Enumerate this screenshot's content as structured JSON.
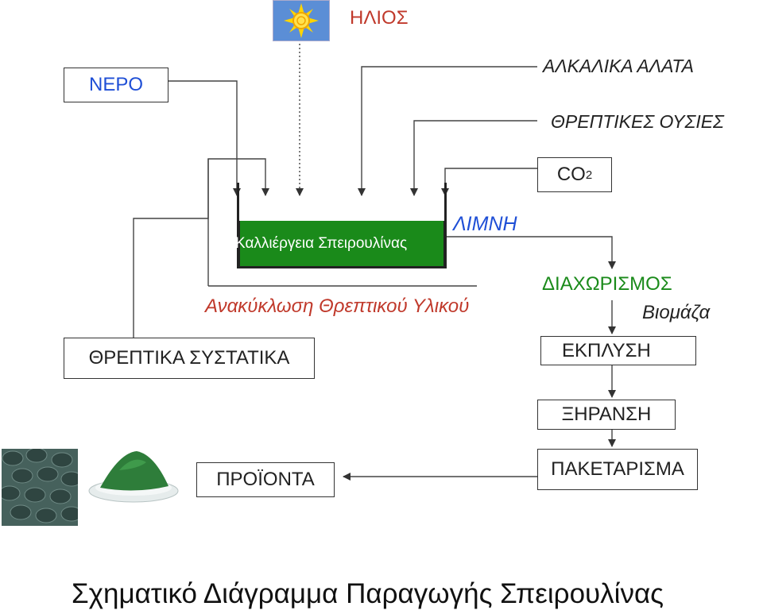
{
  "sun": {
    "label": "ΗΛΙΟΣ",
    "icon": "sun-icon"
  },
  "water": {
    "label": "ΝΕΡΟ"
  },
  "alkali": {
    "label": "ΑΛΚΑΛΙΚΑ ΑΛΑΤΑ"
  },
  "nutrients": {
    "label": "ΘΡΕΠΤΙΚΕΣ ΟΥΣΙΕΣ"
  },
  "co2": {
    "main": "CO",
    "sub": "2"
  },
  "pond": {
    "label": "ΛΙΜΝΗ",
    "culture_label": "Καλλιέργεια Σπειρουλίνας",
    "color": "#1a8a1a"
  },
  "recycle": {
    "label": "Ανακύκλωση Θρεπτικού Υλικού"
  },
  "components": {
    "label": "ΘΡΕΠΤΙΚΑ ΣΥΣΤΑΤΙΚΑ"
  },
  "separation": {
    "label": "ΔΙΑΧΩΡΙΣΜΟΣ"
  },
  "biomass": {
    "label": "Βιομάζα"
  },
  "wash": {
    "label": "ΕΚΠΛΥΣΗ"
  },
  "drying": {
    "label": "ΞΗΡΑΝΣΗ"
  },
  "packaging": {
    "label": "ΠΑΚΕΤΑΡΙΣΜΑ"
  },
  "products": {
    "label": "ΠΡΟΪΟΝΤΑ"
  },
  "caption": "Σχηματικό Διάγραμμα Παραγωγής Σπειρουλίνας",
  "colors": {
    "title_red": "#c0392b",
    "blue": "#1f4fd6",
    "green": "#1a8a1a",
    "dark": "#333333"
  }
}
